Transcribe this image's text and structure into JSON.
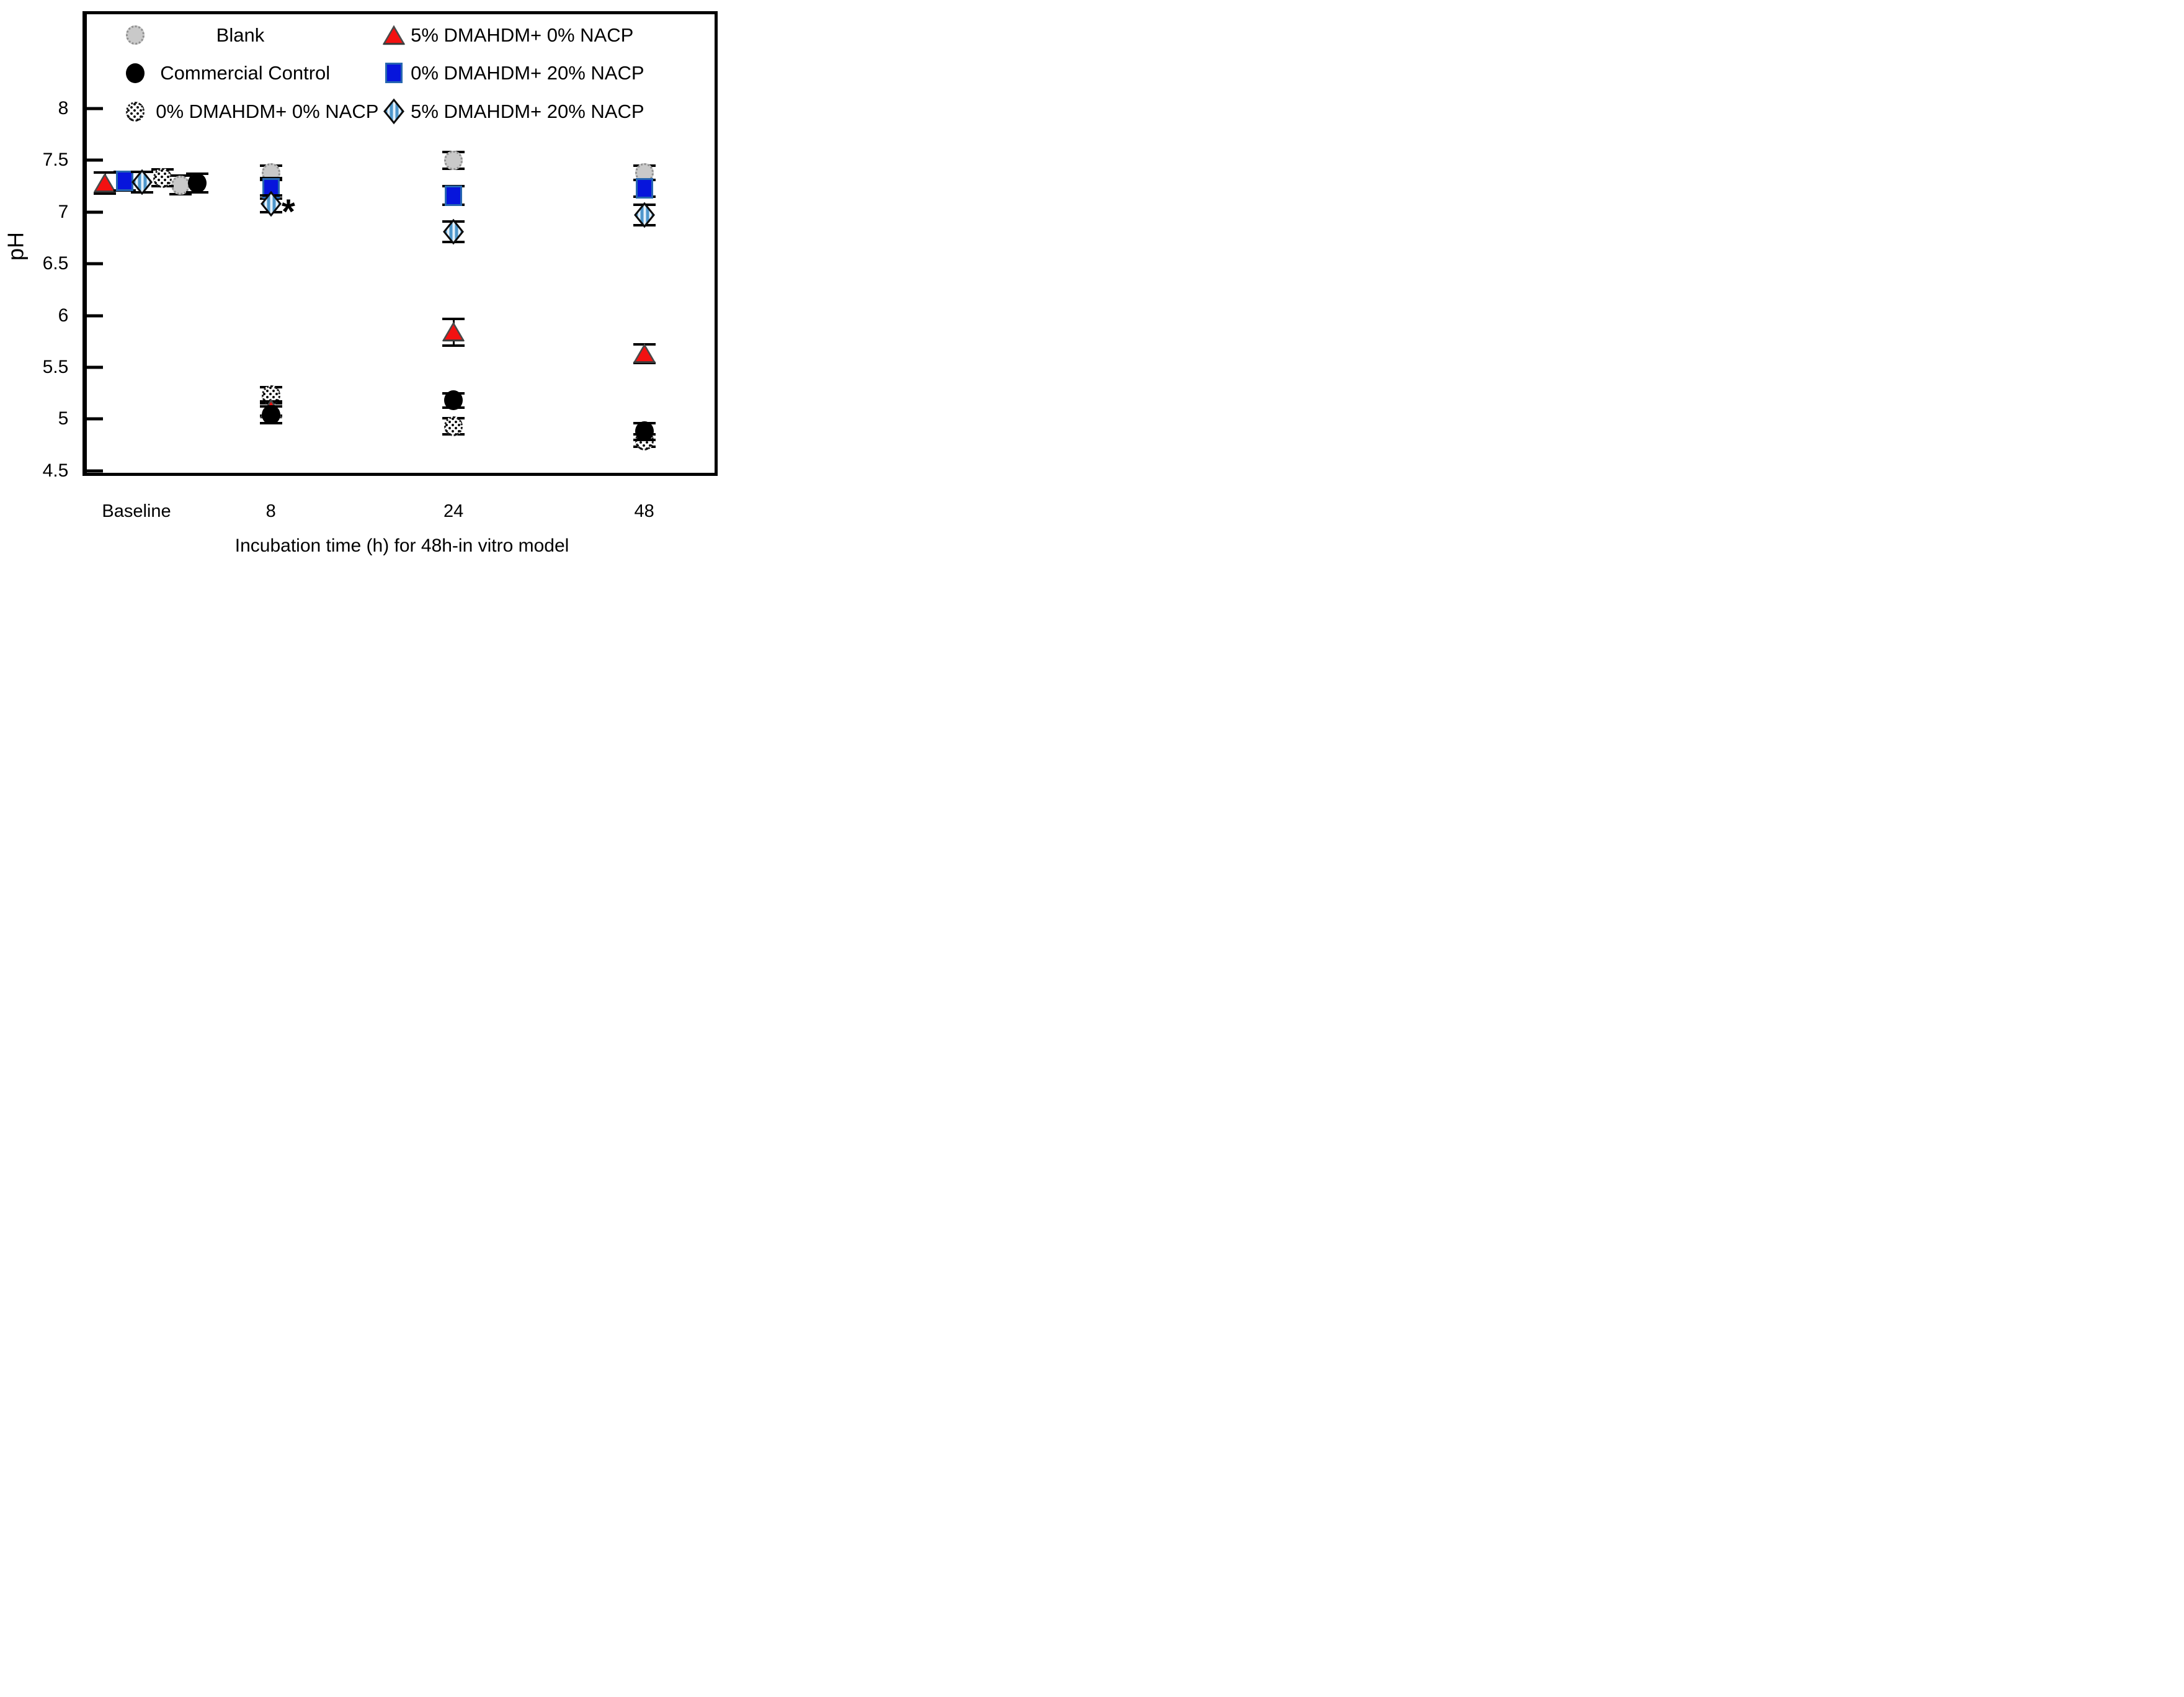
{
  "figure": {
    "background": "#ffffff",
    "frame_color": "#000000"
  },
  "colors": {
    "red": "#f31111",
    "red_outline": "#4a4a4a",
    "blue": "#0715dc",
    "blue_outline": "#2766b0",
    "diamond_stripe_blue": "#4e97cc",
    "diamond_stripe_light": "#e3f0fa",
    "diamond_outline": "#0d0d0d",
    "gray_fill": "#c9c9c9",
    "black": "#000000"
  },
  "legend": {
    "left_items": [
      {
        "label": "Blank",
        "marker": "gray-circle"
      },
      {
        "label": "Commercial Control",
        "marker": "black-circle"
      },
      {
        "label": "0% DMAHDM+ 0% NACP",
        "marker": "dotted-circle"
      }
    ],
    "right_items": [
      {
        "label": "5% DMAHDM+ 0% NACP",
        "marker": "red-triangle"
      },
      {
        "label": "0% DMAHDM+ 20% NACP",
        "marker": "blue-square"
      },
      {
        "label": "5% DMAHDM+ 20% NACP",
        "marker": "striped-diamond"
      }
    ]
  },
  "chart_data": {
    "type": "scatter",
    "title": "",
    "xlabel": "Incubation time (h) for 48h-in vitro model",
    "ylabel": "pH",
    "x_categories": [
      "Baseline",
      "8",
      "24",
      "48"
    ],
    "ylim": [
      4.5,
      8
    ],
    "yticks": [
      "8",
      "7.5",
      "7",
      "6.5",
      "6",
      "5.5",
      "5",
      "4.5"
    ],
    "grid": false,
    "legend_position": "inside-top",
    "series": [
      {
        "name": "Blank",
        "marker": "gray-circle",
        "values": [
          7.26,
          7.38,
          7.5,
          7.38
        ],
        "errors": [
          0.09,
          0.07,
          0.08,
          0.07
        ]
      },
      {
        "name": "0% DMAHDM+ 0% NACP",
        "marker": "dotted-circle",
        "values": [
          7.33,
          5.23,
          4.93,
          4.79
        ],
        "errors": [
          0.08,
          0.08,
          0.08,
          0.06
        ]
      },
      {
        "name": "5% DMAHDM+ 0% NACP",
        "marker": "red-triangle",
        "values": [
          7.28,
          5.1,
          5.84,
          5.63
        ],
        "errors": [
          0.1,
          0.07,
          0.13,
          0.09
        ]
      },
      {
        "name": "0% DMAHDM+ 20% NACP",
        "marker": "blue-square",
        "values": [
          7.3,
          7.23,
          7.16,
          7.23
        ],
        "errors": [
          0.09,
          0.1,
          0.09,
          0.08
        ]
      },
      {
        "name": "5% DMAHDM+ 20% NACP",
        "marker": "striped-diamond",
        "values": [
          7.29,
          7.08,
          6.81,
          6.97
        ],
        "errors": [
          0.1,
          0.08,
          0.1,
          0.1
        ]
      },
      {
        "name": "Commercial Control",
        "marker": "black-circle",
        "values": [
          7.28,
          5.04,
          5.18,
          4.88
        ],
        "errors": [
          0.09,
          0.08,
          0.07,
          0.08
        ]
      }
    ],
    "annotations": [
      {
        "text": "*",
        "category": "8",
        "y": 7.05,
        "meaning": "statistical significance marker"
      }
    ]
  }
}
